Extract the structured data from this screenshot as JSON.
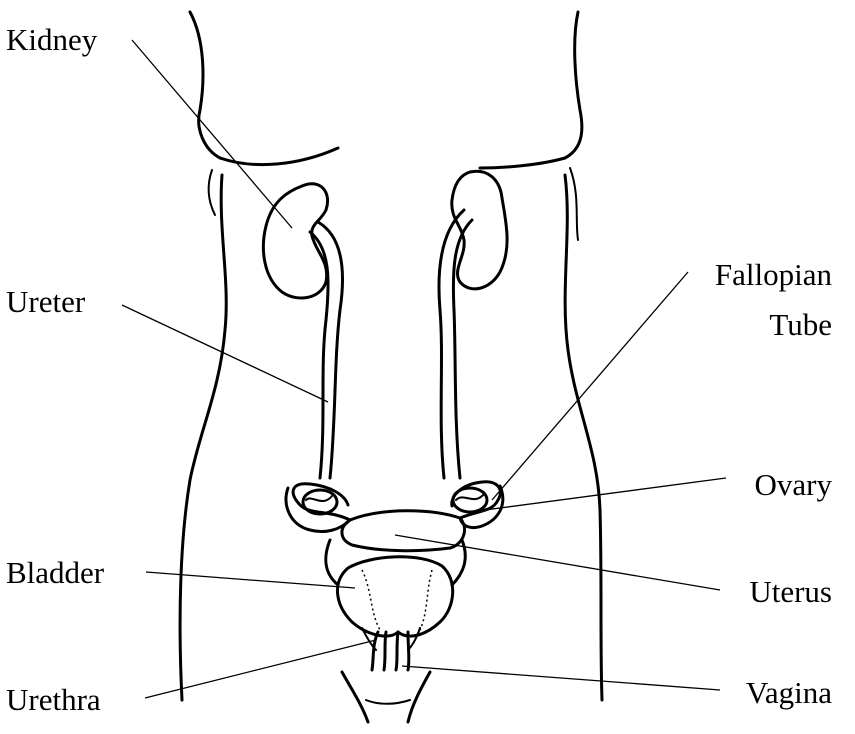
{
  "labels": {
    "kidney": "Kidney",
    "ureter": "Ureter",
    "fallopian_line1": "Fallopian",
    "fallopian_line2": "Tube",
    "ovary": "Ovary",
    "bladder": "Bladder",
    "uterus": "Uterus",
    "urethra": "Urethra",
    "vagina": "Vagina"
  },
  "colors": {
    "line": "#000000",
    "background": "#ffffff"
  }
}
